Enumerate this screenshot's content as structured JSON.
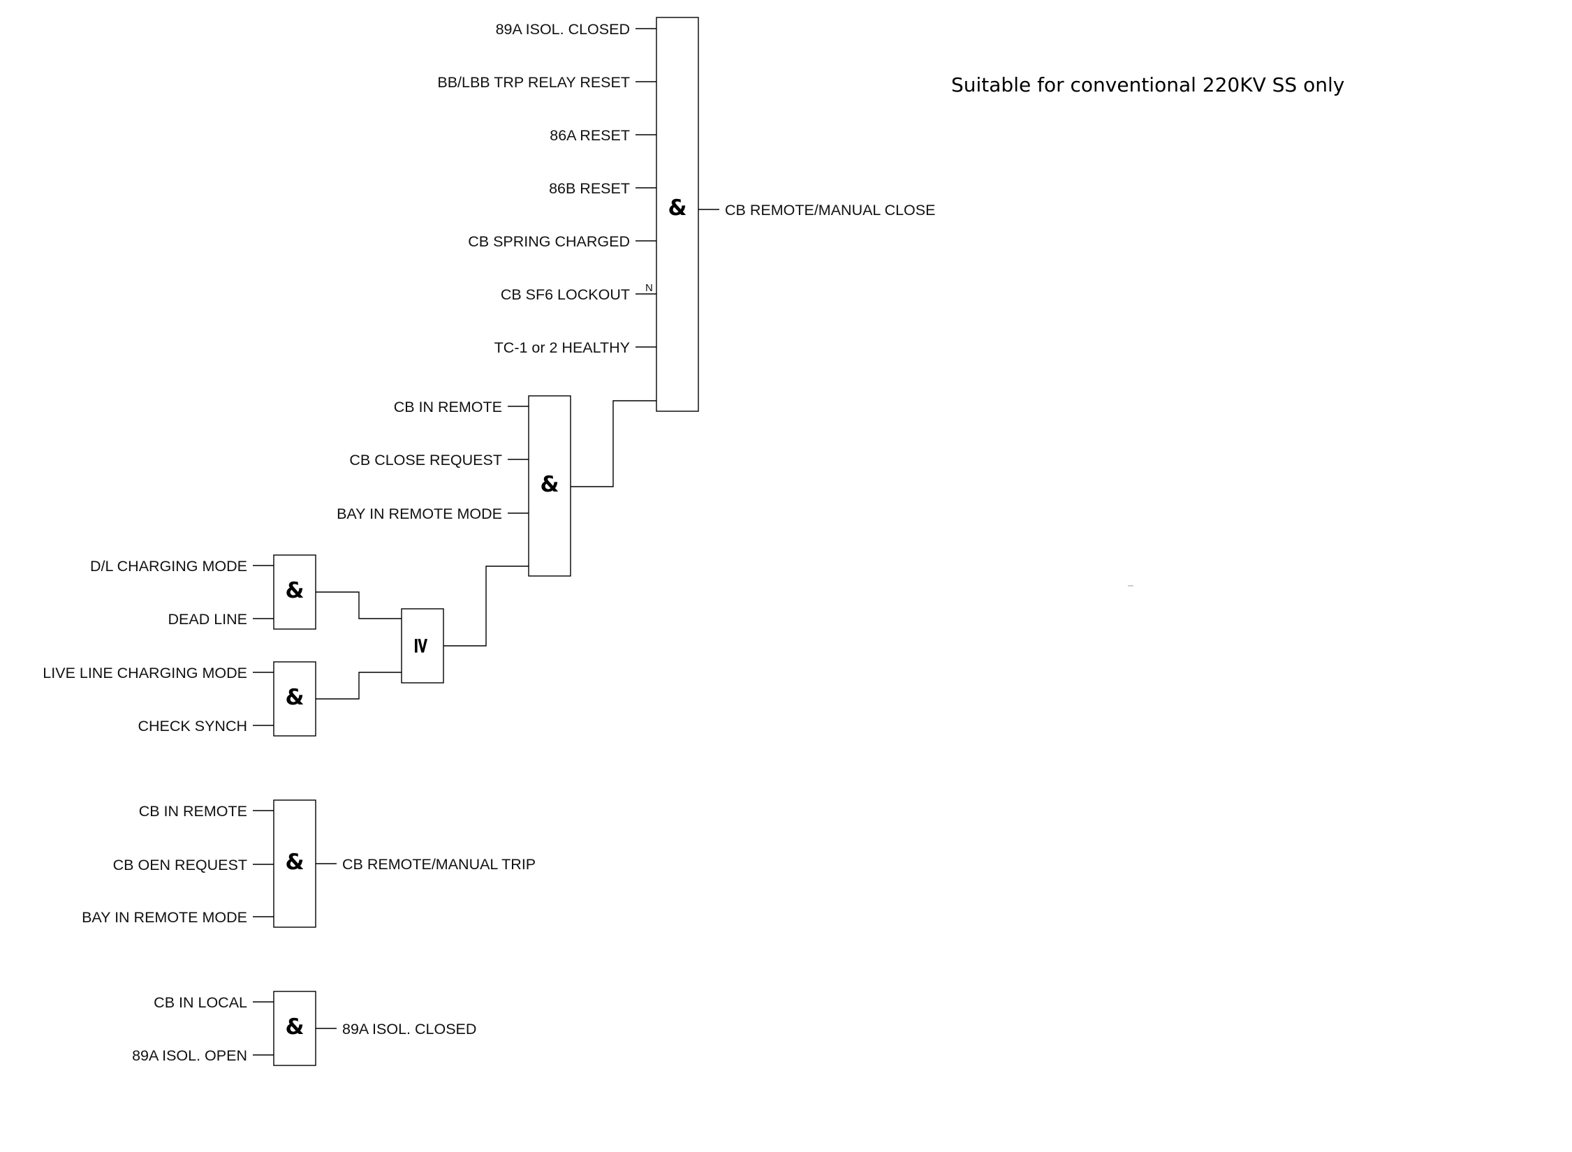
{
  "note": "Suitable for conventional 220KV SS only",
  "symbols": {
    "and": "&",
    "or": "≥",
    "negation": "N"
  },
  "close_logic": {
    "main_and": {
      "inputs": [
        "89A ISOL. CLOSED",
        "BB/LBB TRP RELAY RESET",
        "86A RESET",
        "86B RESET",
        "CB SPRING CHARGED",
        "CB SF6 LOCKOUT",
        "TC-1 or 2 HEALTHY"
      ],
      "output": "CB REMOTE/MANUAL CLOSE"
    },
    "remote_and": {
      "inputs": [
        "CB IN REMOTE",
        "CB CLOSE REQUEST",
        "BAY IN REMOTE MODE"
      ]
    },
    "charging_and_1": {
      "inputs": [
        "D/L CHARGING MODE",
        "DEAD LINE"
      ]
    },
    "charging_and_2": {
      "inputs": [
        "LIVE LINE CHARGING MODE",
        "CHECK SYNCH"
      ]
    }
  },
  "trip_logic": {
    "inputs": [
      "CB IN REMOTE",
      "CB OEN REQUEST",
      "BAY IN REMOTE MODE"
    ],
    "output": "CB REMOTE/MANUAL TRIP"
  },
  "isolator_logic": {
    "inputs": [
      "CB IN LOCAL",
      "89A ISOL. OPEN"
    ],
    "output": "89A ISOL. CLOSED"
  }
}
